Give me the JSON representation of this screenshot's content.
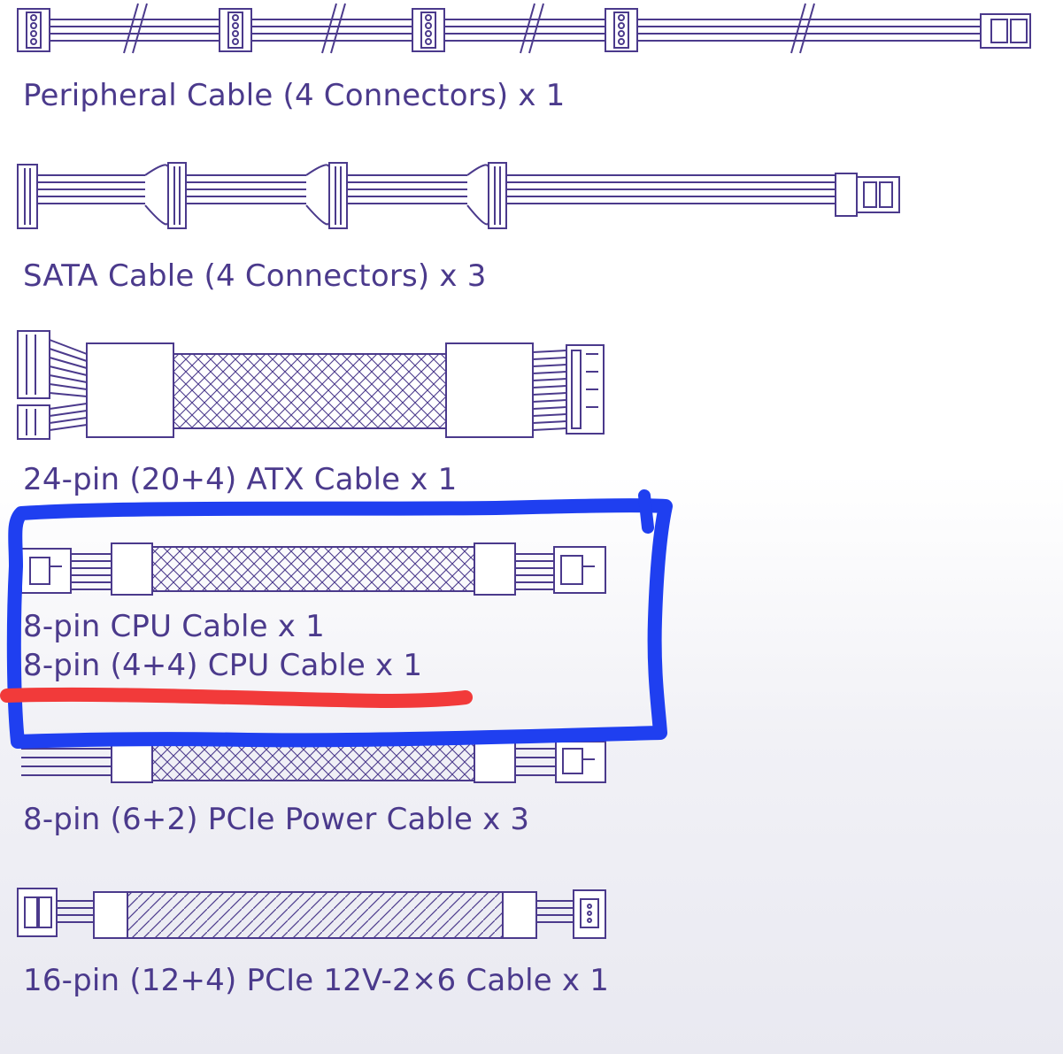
{
  "cables": [
    {
      "id": "peripheral",
      "label": "Peripheral Cable (4 Connectors) x 1",
      "connectors": 4
    },
    {
      "id": "sata",
      "label": "SATA Cable (4 Connectors) x 3",
      "connectors": 4
    },
    {
      "id": "atx",
      "label": "24-pin (20+4) ATX Cable x 1"
    },
    {
      "id": "cpu8",
      "label": "8-pin CPU Cable x 1"
    },
    {
      "id": "cpu44",
      "label": "8-pin (4+4) CPU Cable x 1"
    },
    {
      "id": "pcie",
      "label": "8-pin (6+2) PCIe Power  Cable x 3"
    },
    {
      "id": "pcie16",
      "label": "16-pin (12+4) PCIe 12V-2×6 Cable x 1"
    }
  ],
  "colors": {
    "line": "#4b3a8c",
    "label": "#4b3a8c",
    "highlight_box": "#1f3ff0",
    "underline": "#f23a3a"
  }
}
